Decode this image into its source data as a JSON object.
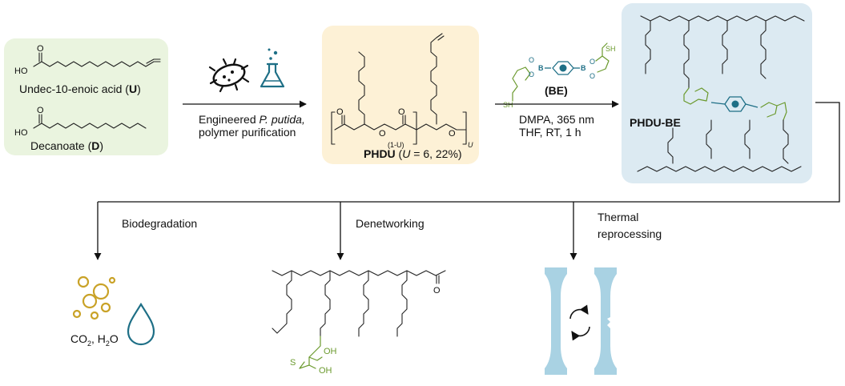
{
  "monomers": {
    "undecenoic_name": "Undec-10-enoic acid (",
    "undecenoic_code": "U",
    "decanoate_name": "Decanoate (",
    "decanoate_code": "D",
    "close_paren": ")",
    "atom_O": "O",
    "atom_HO": "HO"
  },
  "step1": {
    "line1_prefix": "Engineered ",
    "line1_italic": "P. putida,",
    "line2": "polymer purification"
  },
  "phdu": {
    "name": "PHDU",
    "detail_open": " (",
    "detail_var": "U",
    "detail_rest": " = 6, 22%)",
    "sub_fraction": "(1-U)",
    "sub_U": "U"
  },
  "crosslinker": {
    "code": "(BE)",
    "atom_SH": "SH",
    "atom_B": "B",
    "atom_O": "O",
    "atom_S": "S"
  },
  "step2": {
    "line1": "DMPA, 365 nm",
    "line2": "THF, RT, 1 h"
  },
  "network": {
    "name": "PHDU-BE"
  },
  "branches": [
    {
      "label": "Biodegradation"
    },
    {
      "label": "Denetworking"
    },
    {
      "label_line1": "Thermal",
      "label_line2": "reprocessing"
    }
  ],
  "products": {
    "co2": "CO",
    "co2_sub": "2",
    "h2o_sep": ", H",
    "h2o_sub": "2",
    "h2o_end": "O",
    "diol_OH": "OH"
  },
  "colors": {
    "monomer_box": "#eaf4df",
    "phdu_box": "#fdf1d6",
    "network_box": "#dceaf2",
    "green": "#6b9a2e",
    "teal": "#1e6f86",
    "gold": "#c9a227",
    "dogbone": "#a9d2e3"
  }
}
